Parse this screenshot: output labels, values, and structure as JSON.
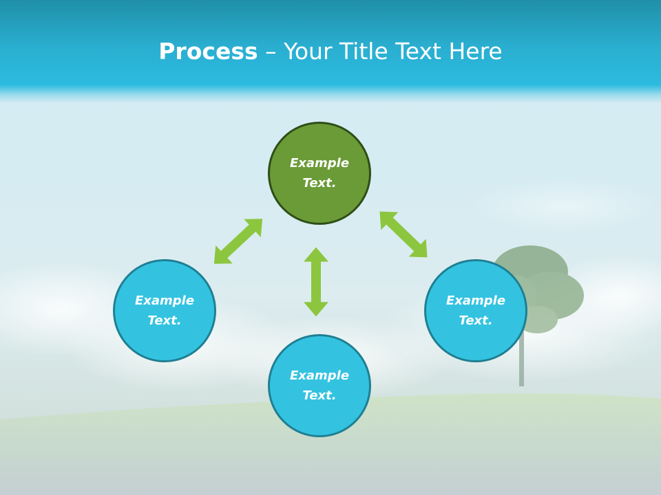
{
  "title": {
    "bold": "Process",
    "rest": " – Your Title Text Here"
  },
  "diagram": {
    "center": {
      "line1": "Example",
      "line2": "Text."
    },
    "left": {
      "line1": "Example",
      "line2": "Text."
    },
    "bottom": {
      "line1": "Example",
      "line2": "Text."
    },
    "right": {
      "line1": "Example",
      "line2": "Text."
    }
  },
  "colors": {
    "title_bar": "#2bbbe0",
    "center_node": "#6b9b37",
    "outer_node": "#33c3e0",
    "arrow": "#8cc63f"
  }
}
